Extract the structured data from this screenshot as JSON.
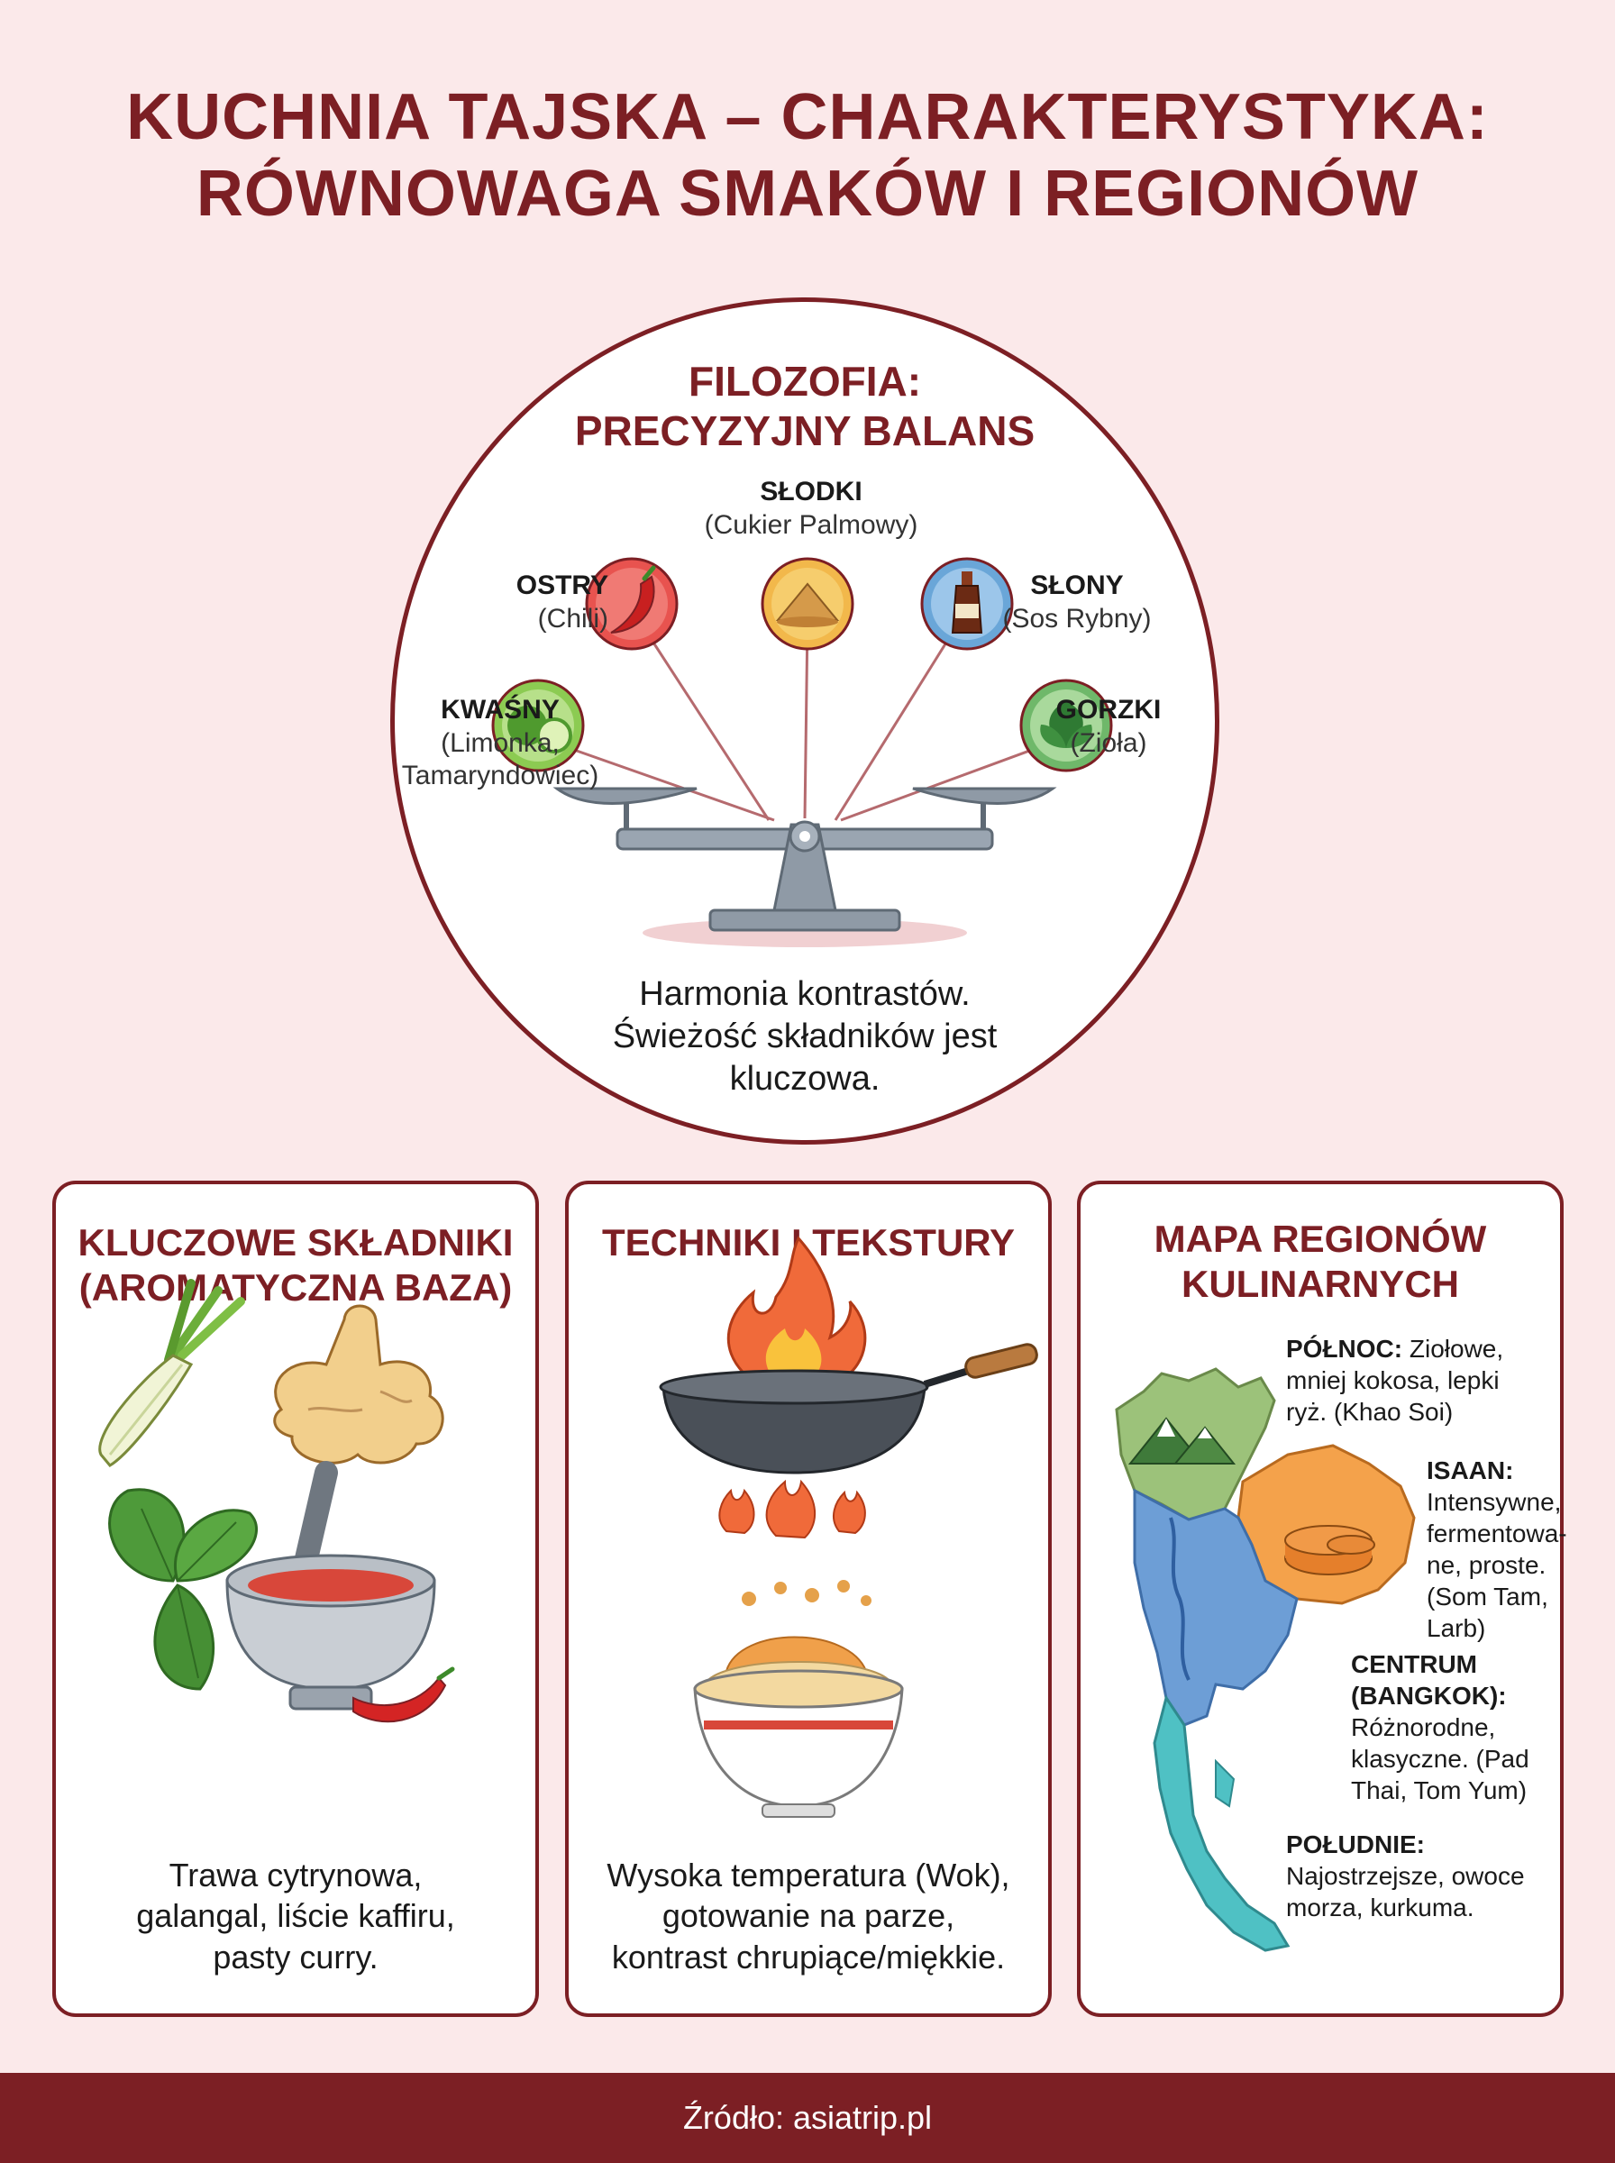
{
  "title": {
    "line1": "KUCHNIA TAJSKA – CHARAKTERYSTYKA:",
    "line2": "RÓWNOWAGA SMAKÓW I REGIONÓW"
  },
  "philosophy": {
    "title_line1": "FILOZOFIA:",
    "title_line2": "PRECYZYJNY BALANS",
    "flavors": {
      "sweet": {
        "name": "SŁODKI",
        "source": "(Cukier Palmowy)",
        "color": "#f2b84b"
      },
      "spicy": {
        "name": "OSTRY",
        "source": "(Chili)",
        "color": "#e8534f"
      },
      "salty": {
        "name": "SŁONY",
        "source": "(Sos Rybny)",
        "color": "#6aa6d8"
      },
      "sour": {
        "name": "KWAŚNY",
        "source_line1": "(Limonka,",
        "source_line2": "Tamaryndowiec)",
        "color": "#8ccb52"
      },
      "bitter": {
        "name": "GORZKI",
        "source": "(Zioła)",
        "color": "#6fb86a"
      }
    },
    "desc_line1": "Harmonia kontrastów.",
    "desc_line2": "Świeżość składników jest",
    "desc_line3": "kluczowa."
  },
  "ingredients": {
    "title_line1": "KLUCZOWE SKŁADNIKI",
    "title_line2": "(AROMATYCZNA BAZA)",
    "desc_line1": "Trawa cytrynowa,",
    "desc_line2": "galangal, liście kaffiru,",
    "desc_line3": "pasty curry."
  },
  "techniques": {
    "title": "TECHNIKI I TEKSTURY",
    "desc_line1": "Wysoka temperatura (Wok),",
    "desc_line2": "gotowanie na parze,",
    "desc_line3": "kontrast chrupiące/miękkie."
  },
  "regions": {
    "title_line1": "MAPA REGIONÓW",
    "title_line2": "KULINARNYCH",
    "north": {
      "name": "PÓŁNOC:",
      "d1": "Ziołowe,",
      "d2": "mniej kokosa, lepki",
      "d3": "ryż. (Khao Soi)",
      "color": "#9cc27a"
    },
    "isaan": {
      "name": "ISAAN:",
      "d1": "Intensywne,",
      "d2": "fermentowa-",
      "d3": "ne, proste.",
      "d4": "(Som Tam,",
      "d5": "Larb)",
      "color": "#f4a24b"
    },
    "central": {
      "name1": "CENTRUM",
      "name2": "(BANGKOK):",
      "d1": "Różnorodne,",
      "d2": "klasyczne. (Pad",
      "d3": "Thai, Tom Yum)",
      "color": "#6d9ed6"
    },
    "south": {
      "name": "POŁUDNIE:",
      "d1": "Najostrzejsze, owoce",
      "d2": "morza, kurkuma.",
      "color": "#4fc1c4"
    }
  },
  "footer": {
    "source": "Źródło: asiatrip.pl"
  },
  "colors": {
    "accent": "#7c1f24",
    "background": "#fbe9ea"
  }
}
